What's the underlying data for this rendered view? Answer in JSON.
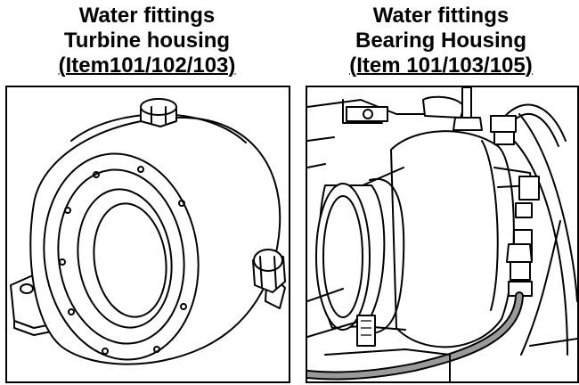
{
  "left_caption": {
    "line1": "Water fittings",
    "line2": "Turbine housing",
    "line3": "(Item101/102/103)"
  },
  "right_caption": {
    "line1": "Water fittings",
    "line2": "Bearing Housing",
    "line3": "(Item 101/103/105)"
  },
  "colors": {
    "line": "#000000",
    "background": "#ffffff",
    "hose": "#9a9a9a"
  }
}
